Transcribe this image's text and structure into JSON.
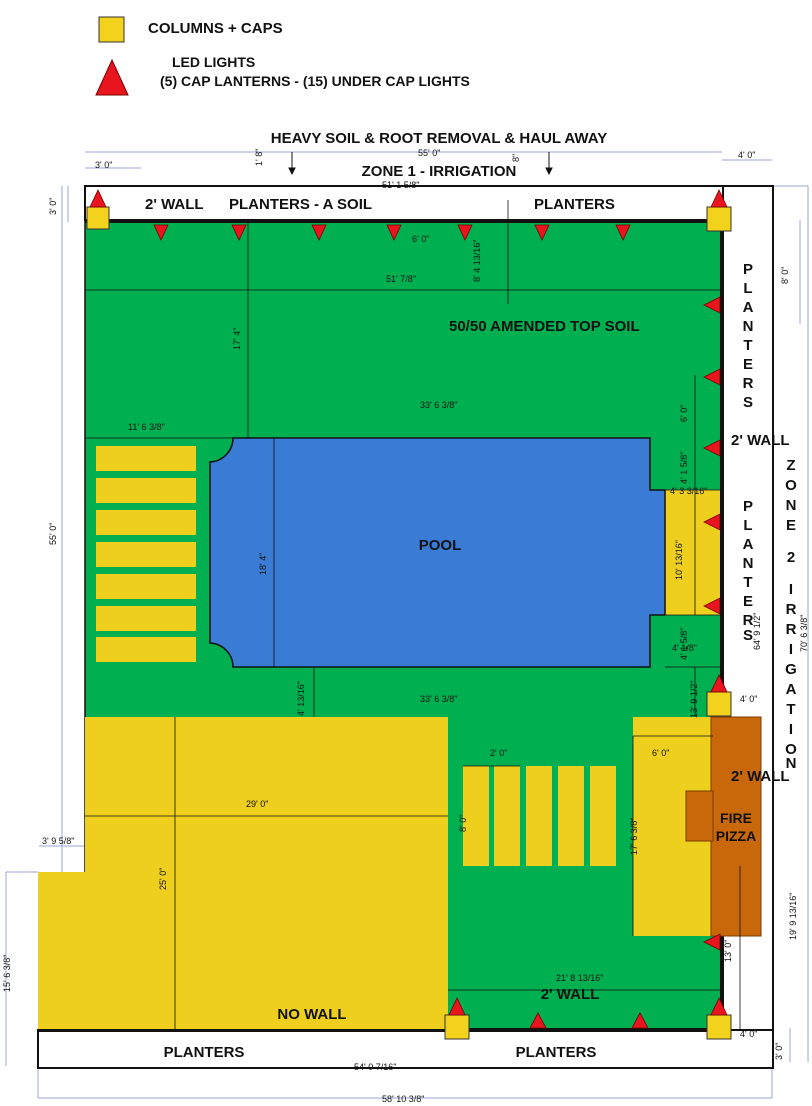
{
  "legend": {
    "columns_caps": "COLUMNS + CAPS",
    "led_title": "LED LIGHTS",
    "led_detail": "(5) CAP LANTERNS  - (15) UNDER CAP LIGHTS"
  },
  "labels": {
    "heavy_soil": "HEAVY SOIL & ROOT REMOVAL & HAUL AWAY",
    "zone1": "ZONE 1 -  IRRIGATION",
    "wall_2ft_top": "2' WALL",
    "planters_a_soil": "PLANTERS - A SOIL",
    "planters_top_right": "PLANTERS",
    "amended_soil": "50/50 AMENDED TOP SOIL",
    "pool": "POOL",
    "planters_right_upper": [
      "P",
      "L",
      "A",
      "N",
      "T",
      "E",
      "R",
      "S"
    ],
    "planters_right_lower": [
      "P",
      "L",
      "A",
      "N",
      "T",
      "E",
      "R",
      "S"
    ],
    "zone2": [
      "Z",
      "O",
      "N",
      "E",
      "",
      "2",
      "",
      "I",
      "R",
      "R",
      "I",
      "G",
      "A",
      "T",
      "I",
      "O",
      "N"
    ],
    "wall_2ft_right_upper": "2' WALL",
    "wall_2ft_right_lower": "2' WALL",
    "fire_pizza_line1": "FIRE",
    "fire_pizza_line2": "PIZZA",
    "wall_2ft_bottom": "2' WALL",
    "no_wall": "NO WALL",
    "planters_bottom_left": "PLANTERS",
    "planters_bottom_right": "PLANTERS"
  },
  "dimensions": {
    "d_3ft_top": "3' 0\"",
    "d_55ft_top": "55' 0\"",
    "d_1_8": "1' 8\"",
    "d_8in": "8\"",
    "d_4ft_top": "4' 0\"",
    "d_51_1_5_8": "51' 1 5/8\"",
    "d_3ft_left": "3' 0\"",
    "d_6ft_top": "6' 0\"",
    "d_8_4_13_16": "8' 4 13/16\"",
    "d_51_7_8": "51' 7/8\"",
    "d_8ft_right": "8' 0\"",
    "d_17_4": "17' 4\"",
    "d_33_6_3_8_top": "33' 6 3/8\"",
    "d_11_6_3_8": "11' 6 3/8\"",
    "d_6ft_right": "6' 0\"",
    "d_4_1_5_8_a": "4' 1 5/8\"",
    "d_4_3_3_16": "4' 3 3/16\"",
    "d_55ft_left": "55' 0\"",
    "d_18_4": "18' 4\"",
    "d_10_13_16": "10' 13/16\"",
    "d_64_9_1_2": "64' 9 1/2\"",
    "d_70_6_3_8": "70' 6 3/8\"",
    "d_4_1_5_8_b": "4' 1 5/8\"",
    "d_4_1_8": "4' 1/8\"",
    "d_4_13_16": "4' 13/16\"",
    "d_33_6_3_8_bottom": "33' 6 3/8\"",
    "d_13_9_1_2": "13' 9 1/2\"",
    "d_4ft_mid": "4' 0\"",
    "d_6ft_kitchen": "6' 0\"",
    "d_2ft": "2' 0\"",
    "d_29ft": "29' 0\"",
    "d_8ft_steps": "8' 0\"",
    "d_17_6_3_8": "17' 6 3/8\"",
    "d_3_9_5_8": "3' 9 5/8\"",
    "d_25ft": "25' 0\"",
    "d_19_9_13_16": "19' 9 13/16\"",
    "d_15_6_3_8": "15' 6 3/8\"",
    "d_13ft": "13' 0\"",
    "d_21_8_13_16": "21' 8 13/16\"",
    "d_4ft_bottom": "4' 0\"",
    "d_3ft_bottom": "3' 0\"",
    "d_54_0_7_16": "54' 0 7/16\"",
    "d_58_10_3_8": "58' 10 3/8\""
  },
  "colors": {
    "lawn": "#00b050",
    "pool": "#3a7bd5",
    "hardscape": "#eecf1e",
    "column": "#f2d21c",
    "led": "#e8141e",
    "fire_pizza": "#c8680a",
    "dim_line": "#9aa6d6"
  }
}
